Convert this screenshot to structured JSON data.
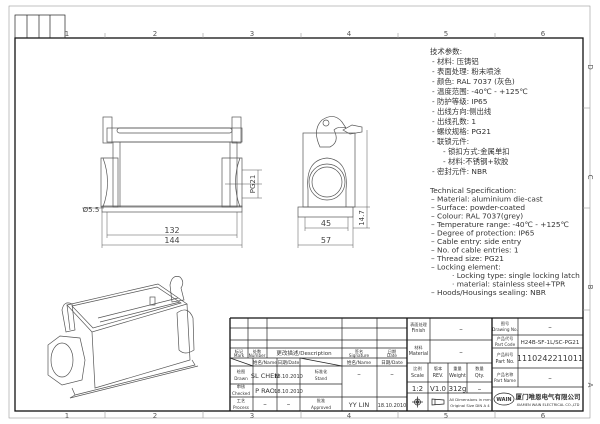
{
  "zones": {
    "columns": [
      "1",
      "2",
      "3",
      "4",
      "5",
      "6"
    ],
    "rows": [
      "D",
      "C",
      "B",
      "A"
    ]
  },
  "dimensions": {
    "d132": "132",
    "d144": "144",
    "d45": "45",
    "d57": "57",
    "d14_7": "14.7",
    "pg21": "PG21",
    "hole": "Ø5.5"
  },
  "spec_cn": {
    "title": "技术参数:",
    "lines": [
      "- 材料: 压铸铝",
      "- 表面处理: 粉末喷涂",
      "- 颜色: RAL 7037 (灰色)",
      "- 温度范围: -40℃ - +125℃",
      "- 防护等级: IP65",
      "- 出线方向:侧出线",
      "- 出线孔数: 1",
      "- 螺纹规格: PG21",
      "- 联锁元件:"
    ],
    "sub": [
      "- 锁扣方式:金属单扣",
      "- 材料:不锈钢+软胶"
    ],
    "last": "- 密封元件: NBR"
  },
  "spec_en": {
    "title": "Technical Specification:",
    "lines": [
      "– Material: aluminium die-cast",
      "– Surface: powder-coated",
      "– Colour: RAL 7037(grey)",
      "– Temperature range: -40℃ - +125℃",
      "– Degree of protection: IP65",
      "– Cable entry: side entry",
      "– No. of cable entries: 1",
      "– Thread size: PG21",
      "– Locking element:"
    ],
    "sub": [
      "· Locking type: single locking latch",
      "· material: stainless steel+TPR"
    ],
    "last": "– Hoods/Housings sealing: NBR"
  },
  "title_block": {
    "header": {
      "mark_cn": "标记",
      "mark": "Mark",
      "number_cn": "处数",
      "number": "Number",
      "description": "更改描述/Description",
      "signature_cn": "签名",
      "signature": "Signature",
      "date_cn": "日期",
      "date": "Date"
    },
    "name_col": "姓名/Name",
    "date_col": "日期/Date",
    "drawn_cn": "绘图",
    "drawn": "Drawn",
    "drawn_name": "SL CHEN",
    "drawn_date": "18.10.2010",
    "checked_cn": "审核",
    "checked": "Checked",
    "checked_name": "P RAO",
    "checked_date": "18.10.2010",
    "process_cn": "工艺",
    "process": "Process",
    "process_name": "–",
    "process_date": "–",
    "stand_cn": "标准化",
    "stand": "Stand",
    "stand_name": "–",
    "stand_date": "–",
    "approved_cn": "批准",
    "approved": "Approved",
    "approved_name": "YY LIN",
    "approved_date": "18.10.2010",
    "finish_cn": "表面处理",
    "finish": "Finish",
    "finish_value": "–",
    "material_cn": "材料",
    "material": "Material",
    "material_value": "–",
    "scale_cn": "比例",
    "scale": "Scale",
    "scale_value": "1:2",
    "rev_cn": "版本",
    "rev": "REV.",
    "rev_value": "V1.0",
    "weight_cn": "重量",
    "weight": "Weight",
    "weight_value": "312g",
    "qty_cn": "数量",
    "qty": "Qty.",
    "qty_value": "–",
    "dims_note1": "All Dimensions in mm",
    "dims_note2": "Original Size DIN A 4",
    "drawing_no_cn": "图号",
    "drawing_no": "Drawing No.",
    "drawing_no_value": "–",
    "part_code_cn": "产品代号",
    "part_code": "Part Code",
    "part_code_value": "H24B-SF-1L/SC-PG21",
    "part_no_cn": "产品料号",
    "part_no": "Part No.",
    "part_no_value": "1110242211011",
    "part_name_cn": "产品名称",
    "part_name": "Part Name",
    "part_name_value": "–",
    "logo": "WAIN",
    "company_cn": "厦门唯恩电气有限公司",
    "company_en": "XIAMEN WAIN ELECTRICAL CO.,LTD"
  },
  "colors": {
    "line": "#222222",
    "drawing": "#555555",
    "border": "#999999"
  }
}
